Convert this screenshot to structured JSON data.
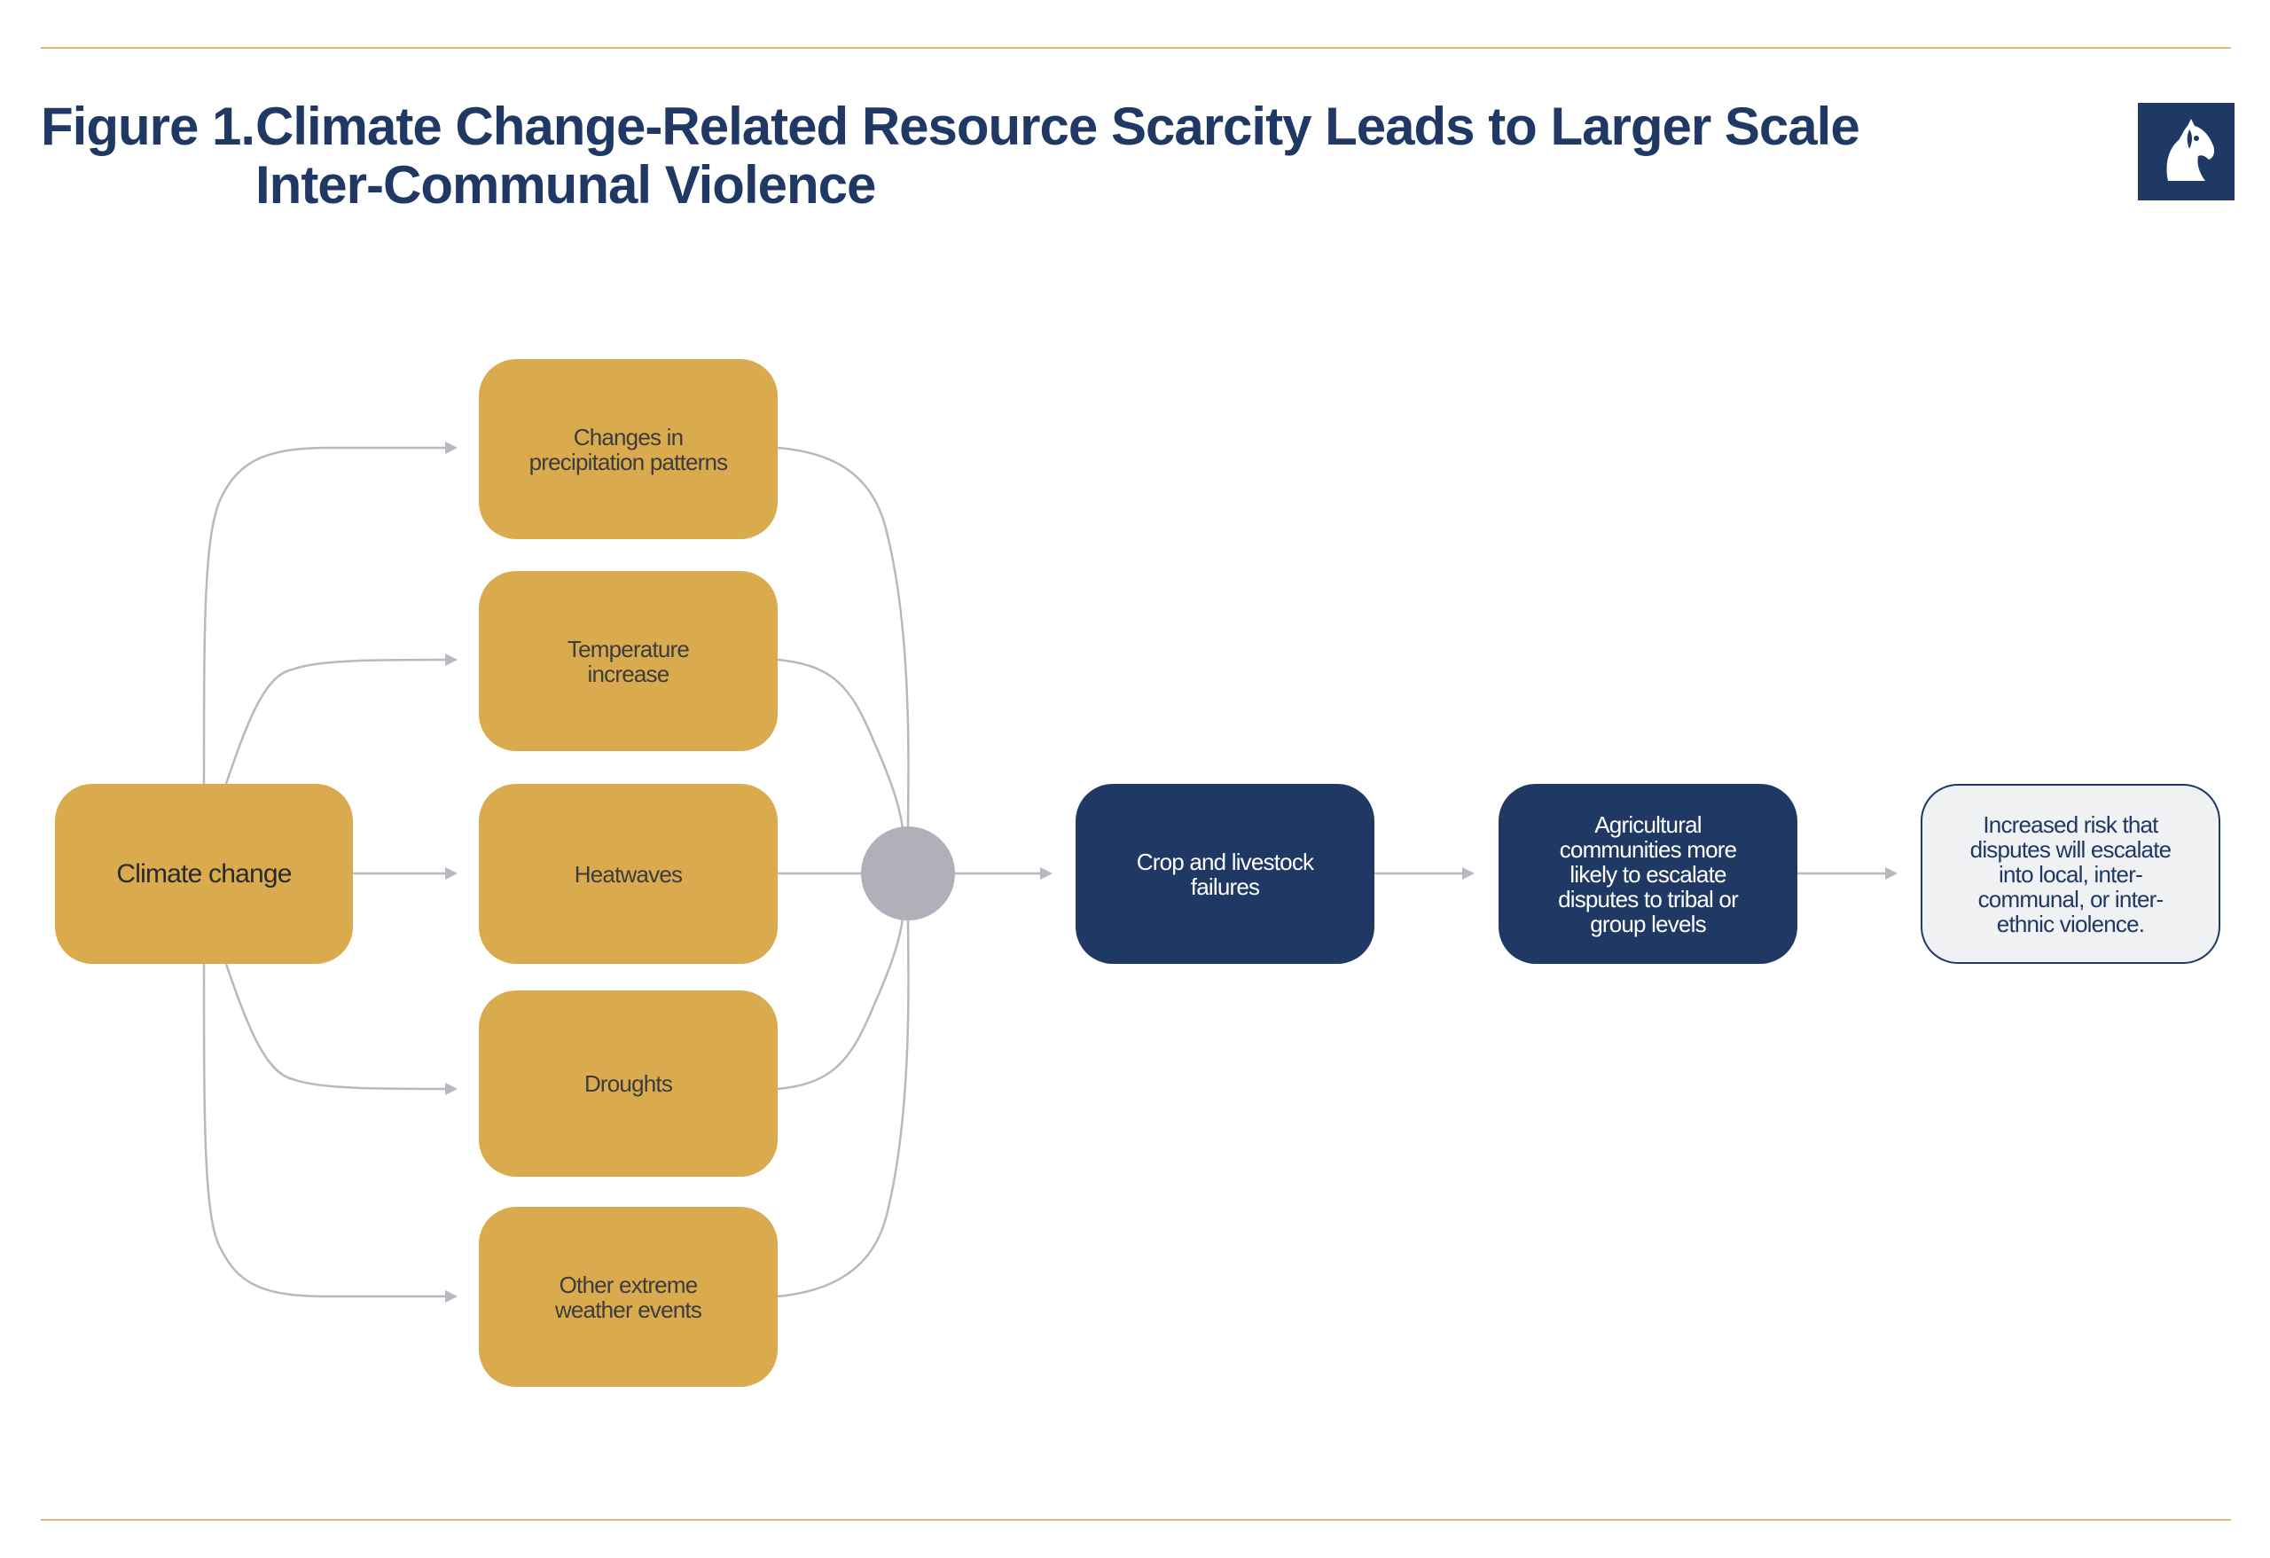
{
  "figure": {
    "number": "Figure 1.",
    "title_line1": "Climate Change-Related Resource Scarcity Leads to Larger Scale",
    "title_line2": "Inter-Communal Violence"
  },
  "logo": {
    "icon": "horse-head-logo-icon"
  },
  "colors": {
    "gold": "#d9ab4e",
    "navy": "#1f3864",
    "light_box": "#f0f1f3",
    "hub": "#b0b0b8",
    "connector": "#b8b8c0",
    "rule": "#e2b777"
  },
  "nodes": {
    "climate_change": "Climate change",
    "precipitation": "Changes in\nprecipitation patterns",
    "temperature": "Temperature\nincrease",
    "heatwaves": "Heatwaves",
    "droughts": "Droughts",
    "extreme_weather": "Other extreme\nweather events",
    "crop_failures": "Crop and livestock\nfailures",
    "escalation": "Agricultural\ncommunities more\nlikely to escalate\ndisputes to tribal or\ngroup levels",
    "violence_risk": "Increased risk that\ndisputes will escalate\ninto local, inter-\ncommunal, or inter-\nethnic violence."
  }
}
